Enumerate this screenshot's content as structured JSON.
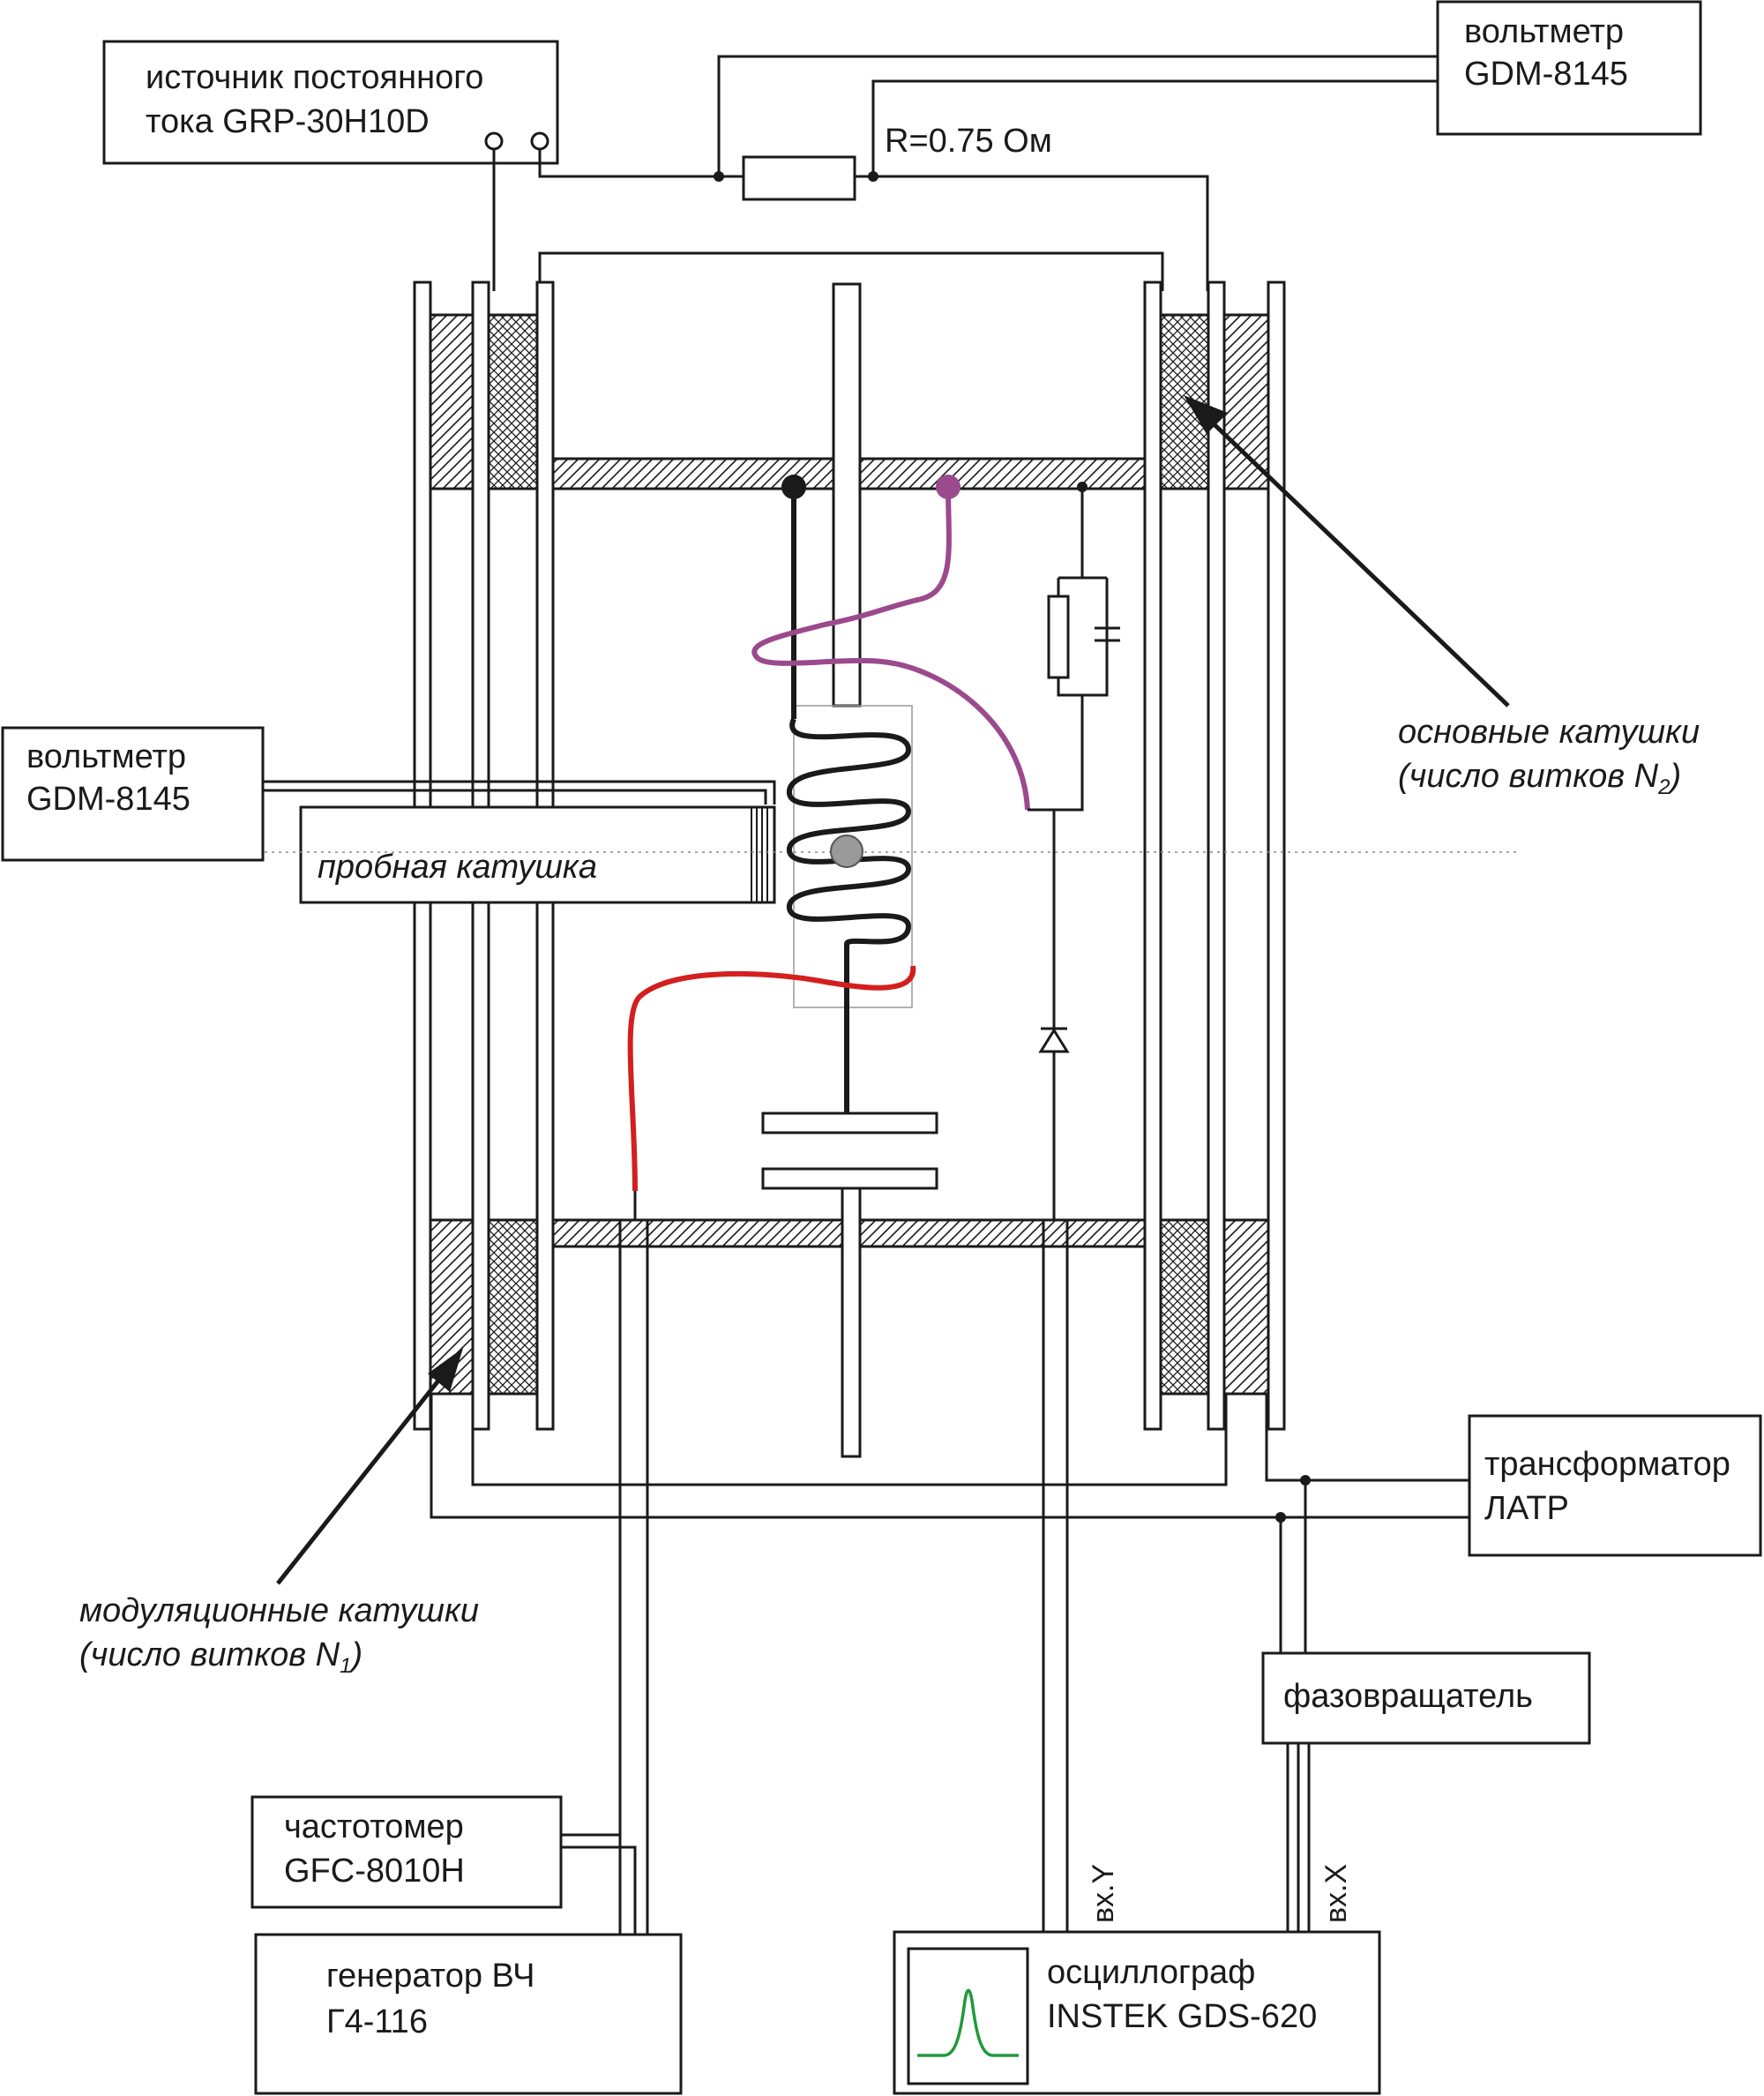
{
  "colors": {
    "line": "#1a1a1a",
    "purple_wire": "#9b4a8e",
    "red_wire": "#d41f1f",
    "signal_trace": "#1f9a3a"
  },
  "labels": {
    "dc_source_line1": "источник постоянного",
    "dc_source_line2": "тока GRP-30H10D",
    "voltmeter_top_line1": "вольтметр",
    "voltmeter_top_line2": "GDM-8145",
    "resistor": "R=0.75 Ом",
    "voltmeter_left_line1": "вольтметр",
    "voltmeter_left_line2": "GDM-8145",
    "probe_coil": "пробная катушка",
    "main_coils_line1": "основные катушки",
    "main_coils_line2": "(число витков N",
    "main_coils_sub": "2",
    "modulation_coils_line1": "модуляционные катушки",
    "modulation_coils_line2": "(число витков N",
    "modulation_coils_sub": "1",
    "transformer_line1": "трансформатор",
    "transformer_line2": "ЛАТР",
    "phase_shifter": "фазовращатель",
    "freq_meter_line1": "частотомер",
    "freq_meter_line2": "GFC-8010H",
    "generator_line1": "генератор ВЧ",
    "generator_line2": "Г4-116",
    "oscilloscope_line1": "осциллограф",
    "oscilloscope_line2": "INSTEK GDS-620",
    "input_y": "вх.Y",
    "input_x": "вх.X"
  }
}
